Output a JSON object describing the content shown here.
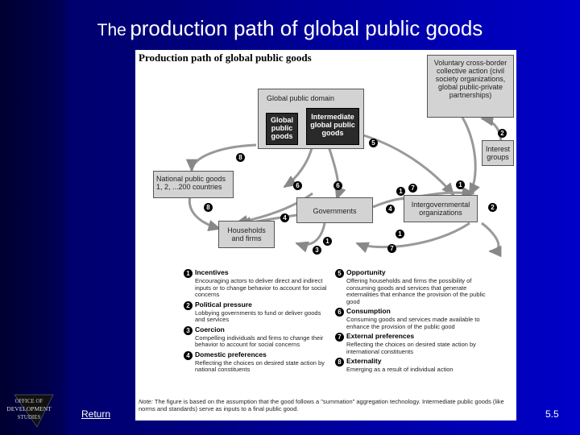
{
  "slide": {
    "title_prefix": "The",
    "title_main": "production path of global public goods",
    "return_label": "Return",
    "page_number": "5.5",
    "logo_lines": [
      "OFFICE OF",
      "DEVELOPMENT",
      "STUDIES"
    ]
  },
  "figure": {
    "title": "Production path of global public goods",
    "nodes": {
      "voluntary": "Voluntary cross-border collective action (civil society organizations, global public-private partnerships)",
      "global_public_domain": "Global public domain",
      "global_public_goods": "Global public goods",
      "intermediate_goods": "Intermediate global public goods",
      "interest_groups": "Interest groups",
      "national_public_goods": "National public goods 1, 2, ...200 countries",
      "governments": "Governments",
      "intergovernmental": "Intergovernmental organizations",
      "households": "Households and firms"
    },
    "markers": [
      "1",
      "2",
      "3",
      "4",
      "5",
      "6",
      "7",
      "8"
    ],
    "legend": [
      {
        "num": "1",
        "title": "Incentives",
        "text": "Encouraging actors to deliver direct and indirect inputs or to change behavior to account for social concerns"
      },
      {
        "num": "2",
        "title": "Political pressure",
        "text": "Lobbying governments to fund or deliver goods and services"
      },
      {
        "num": "3",
        "title": "Coercion",
        "text": "Compelling individuals and firms to change their behavior to account for social concerns"
      },
      {
        "num": "4",
        "title": "Domestic preferences",
        "text": "Reflecting the choices on desired state action by national constituents"
      },
      {
        "num": "5",
        "title": "Opportunity",
        "text": "Offering households and firms the possibility of consuming goods and services that generate externalities that enhance the provision of the public good"
      },
      {
        "num": "6",
        "title": "Consumption",
        "text": "Consuming goods and services made available to enhance the provision of the public good"
      },
      {
        "num": "7",
        "title": "External preferences",
        "text": "Reflecting the choices on desired state action by international constituents"
      },
      {
        "num": "8",
        "title": "Externality",
        "text": "Emerging as a result of individual action"
      }
    ],
    "note_label": "Note:",
    "note_text": "The figure is based on the assumption that the good follows a \"summation\" aggregation technology. Intermediate public goods (like norms and standards) serve as inputs to a final public good."
  }
}
